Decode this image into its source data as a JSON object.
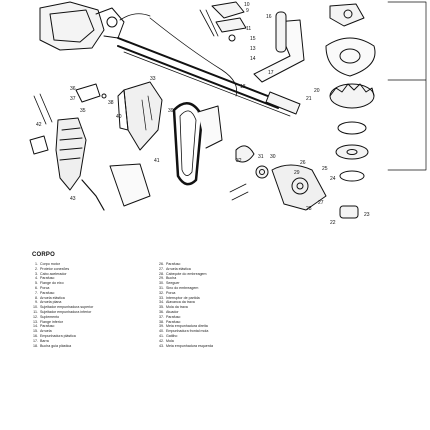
{
  "section_title": "CORPO",
  "callouts": {
    "c10": "10",
    "c9": "9",
    "c11": "11",
    "c16": "16",
    "c15": "15",
    "c13": "13",
    "c14": "14",
    "c17": "17",
    "c18": "18",
    "c20": "20",
    "c21": "21",
    "c22": "22",
    "c23": "23",
    "c24": "24",
    "c25": "25",
    "c26": "26",
    "c27": "27",
    "c28": "28",
    "c29": "29",
    "c30": "30",
    "c31": "31",
    "c32": "32",
    "c33": "33",
    "c35": "35",
    "c36": "36",
    "c37": "37",
    "c38": "38",
    "c39": "39",
    "c40": "40",
    "c41": "41",
    "c42": "42",
    "c43": "43"
  },
  "parts_left": [
    {
      "n": "1.",
      "t": "Corpo motor"
    },
    {
      "n": "2.",
      "t": "Protetor conexões"
    },
    {
      "n": "3.",
      "t": "Cabo acelerador"
    },
    {
      "n": "4.",
      "t": "Parafuso"
    },
    {
      "n": "5.",
      "t": "Flange do eixo"
    },
    {
      "n": "6.",
      "t": "Porca"
    },
    {
      "n": "7.",
      "t": "Parafuso"
    },
    {
      "n": "8.",
      "t": "Arruela elástica"
    },
    {
      "n": "9.",
      "t": "Arruela plana"
    },
    {
      "n": "10.",
      "t": "Sujeitador empunhadura superior"
    },
    {
      "n": "11.",
      "t": "Sujeitador empunhadura inferior"
    },
    {
      "n": "12.",
      "t": "Suplemento"
    },
    {
      "n": "13.",
      "t": "Flange inferior"
    },
    {
      "n": "14.",
      "t": "Parafuso"
    },
    {
      "n": "15.",
      "t": "Arruela"
    },
    {
      "n": "16.",
      "t": "Empunhadura plástica"
    },
    {
      "n": "17.",
      "t": "Barra"
    },
    {
      "n": "18.",
      "t": "Bucha guia plástica"
    }
  ],
  "parts_right": [
    {
      "n": "26.",
      "t": "Parafuso"
    },
    {
      "n": "27.",
      "t": "Arruela elástica"
    },
    {
      "n": "28.",
      "t": "Cabeçote do embreagem"
    },
    {
      "n": "29.",
      "t": "Bucha"
    },
    {
      "n": "30.",
      "t": "Seeguer"
    },
    {
      "n": "31.",
      "t": "Sino do embreagem"
    },
    {
      "n": "32.",
      "t": "Porca"
    },
    {
      "n": "33.",
      "t": "Interruptor de partida"
    },
    {
      "n": "34.",
      "t": "Alavanca da trava"
    },
    {
      "n": "35.",
      "t": "Mola da trava"
    },
    {
      "n": "36.",
      "t": "Atuador"
    },
    {
      "n": "37.",
      "t": "Parafuso"
    },
    {
      "n": "38.",
      "t": "Parafuso"
    },
    {
      "n": "39.",
      "t": "Meia empunhadura direita"
    },
    {
      "n": "40.",
      "t": "Empunhadura frontal mola"
    },
    {
      "n": "41.",
      "t": "Gatilho"
    },
    {
      "n": "42.",
      "t": "Mola"
    },
    {
      "n": "43.",
      "t": "Meia empunhadura esquerda"
    }
  ]
}
